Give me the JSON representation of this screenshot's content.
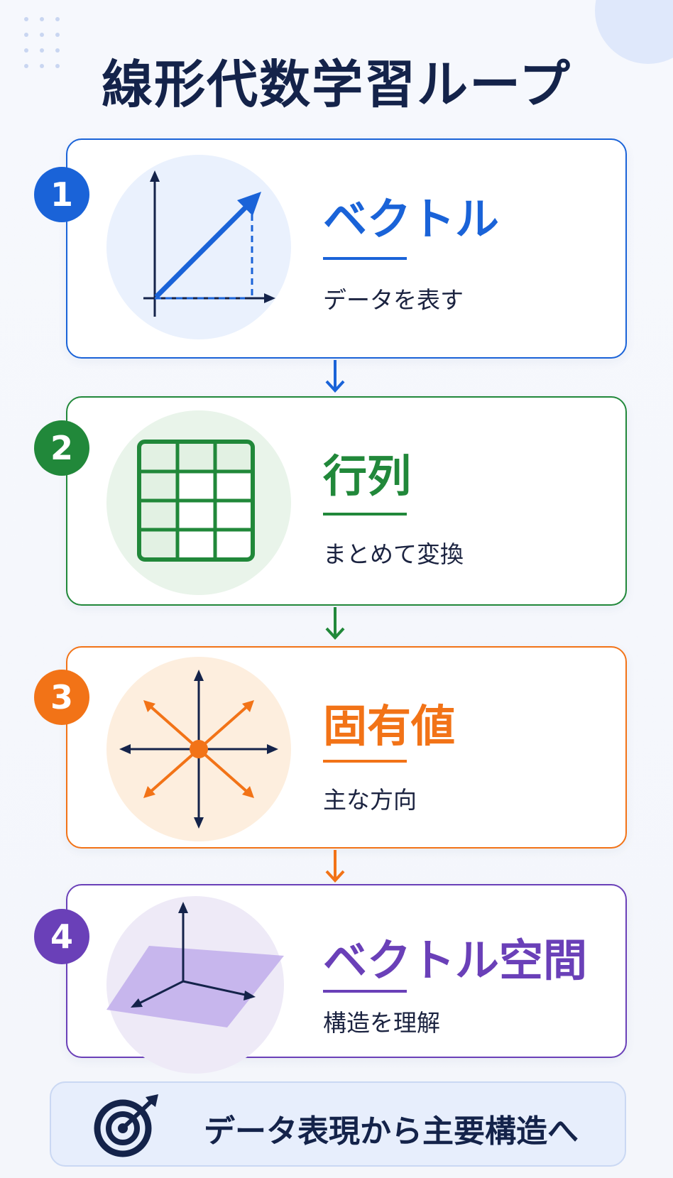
{
  "title": "線形代数学習ループ",
  "colors": {
    "navy": "#14234a",
    "blue": "#1a63d8",
    "green": "#21883a",
    "orange": "#f27317",
    "purple": "#6a40b8"
  },
  "steps": [
    {
      "number": "1",
      "title": "ベクトル",
      "desc": "データを表す",
      "icon": "vector-arrow-icon",
      "color": "#1a63d8"
    },
    {
      "number": "2",
      "title": "行列",
      "desc": "まとめて変換",
      "icon": "matrix-grid-icon",
      "color": "#21883a"
    },
    {
      "number": "3",
      "title": "固有値",
      "desc": "主な方向",
      "icon": "eigen-directions-icon",
      "color": "#f27317"
    },
    {
      "number": "4",
      "title": "ベクトル空間",
      "desc": "構造を理解",
      "icon": "vector-space-plane-icon",
      "color": "#6a40b8"
    }
  ],
  "summary": {
    "text": "データ表現から主要構造へ",
    "icon": "target-icon"
  }
}
